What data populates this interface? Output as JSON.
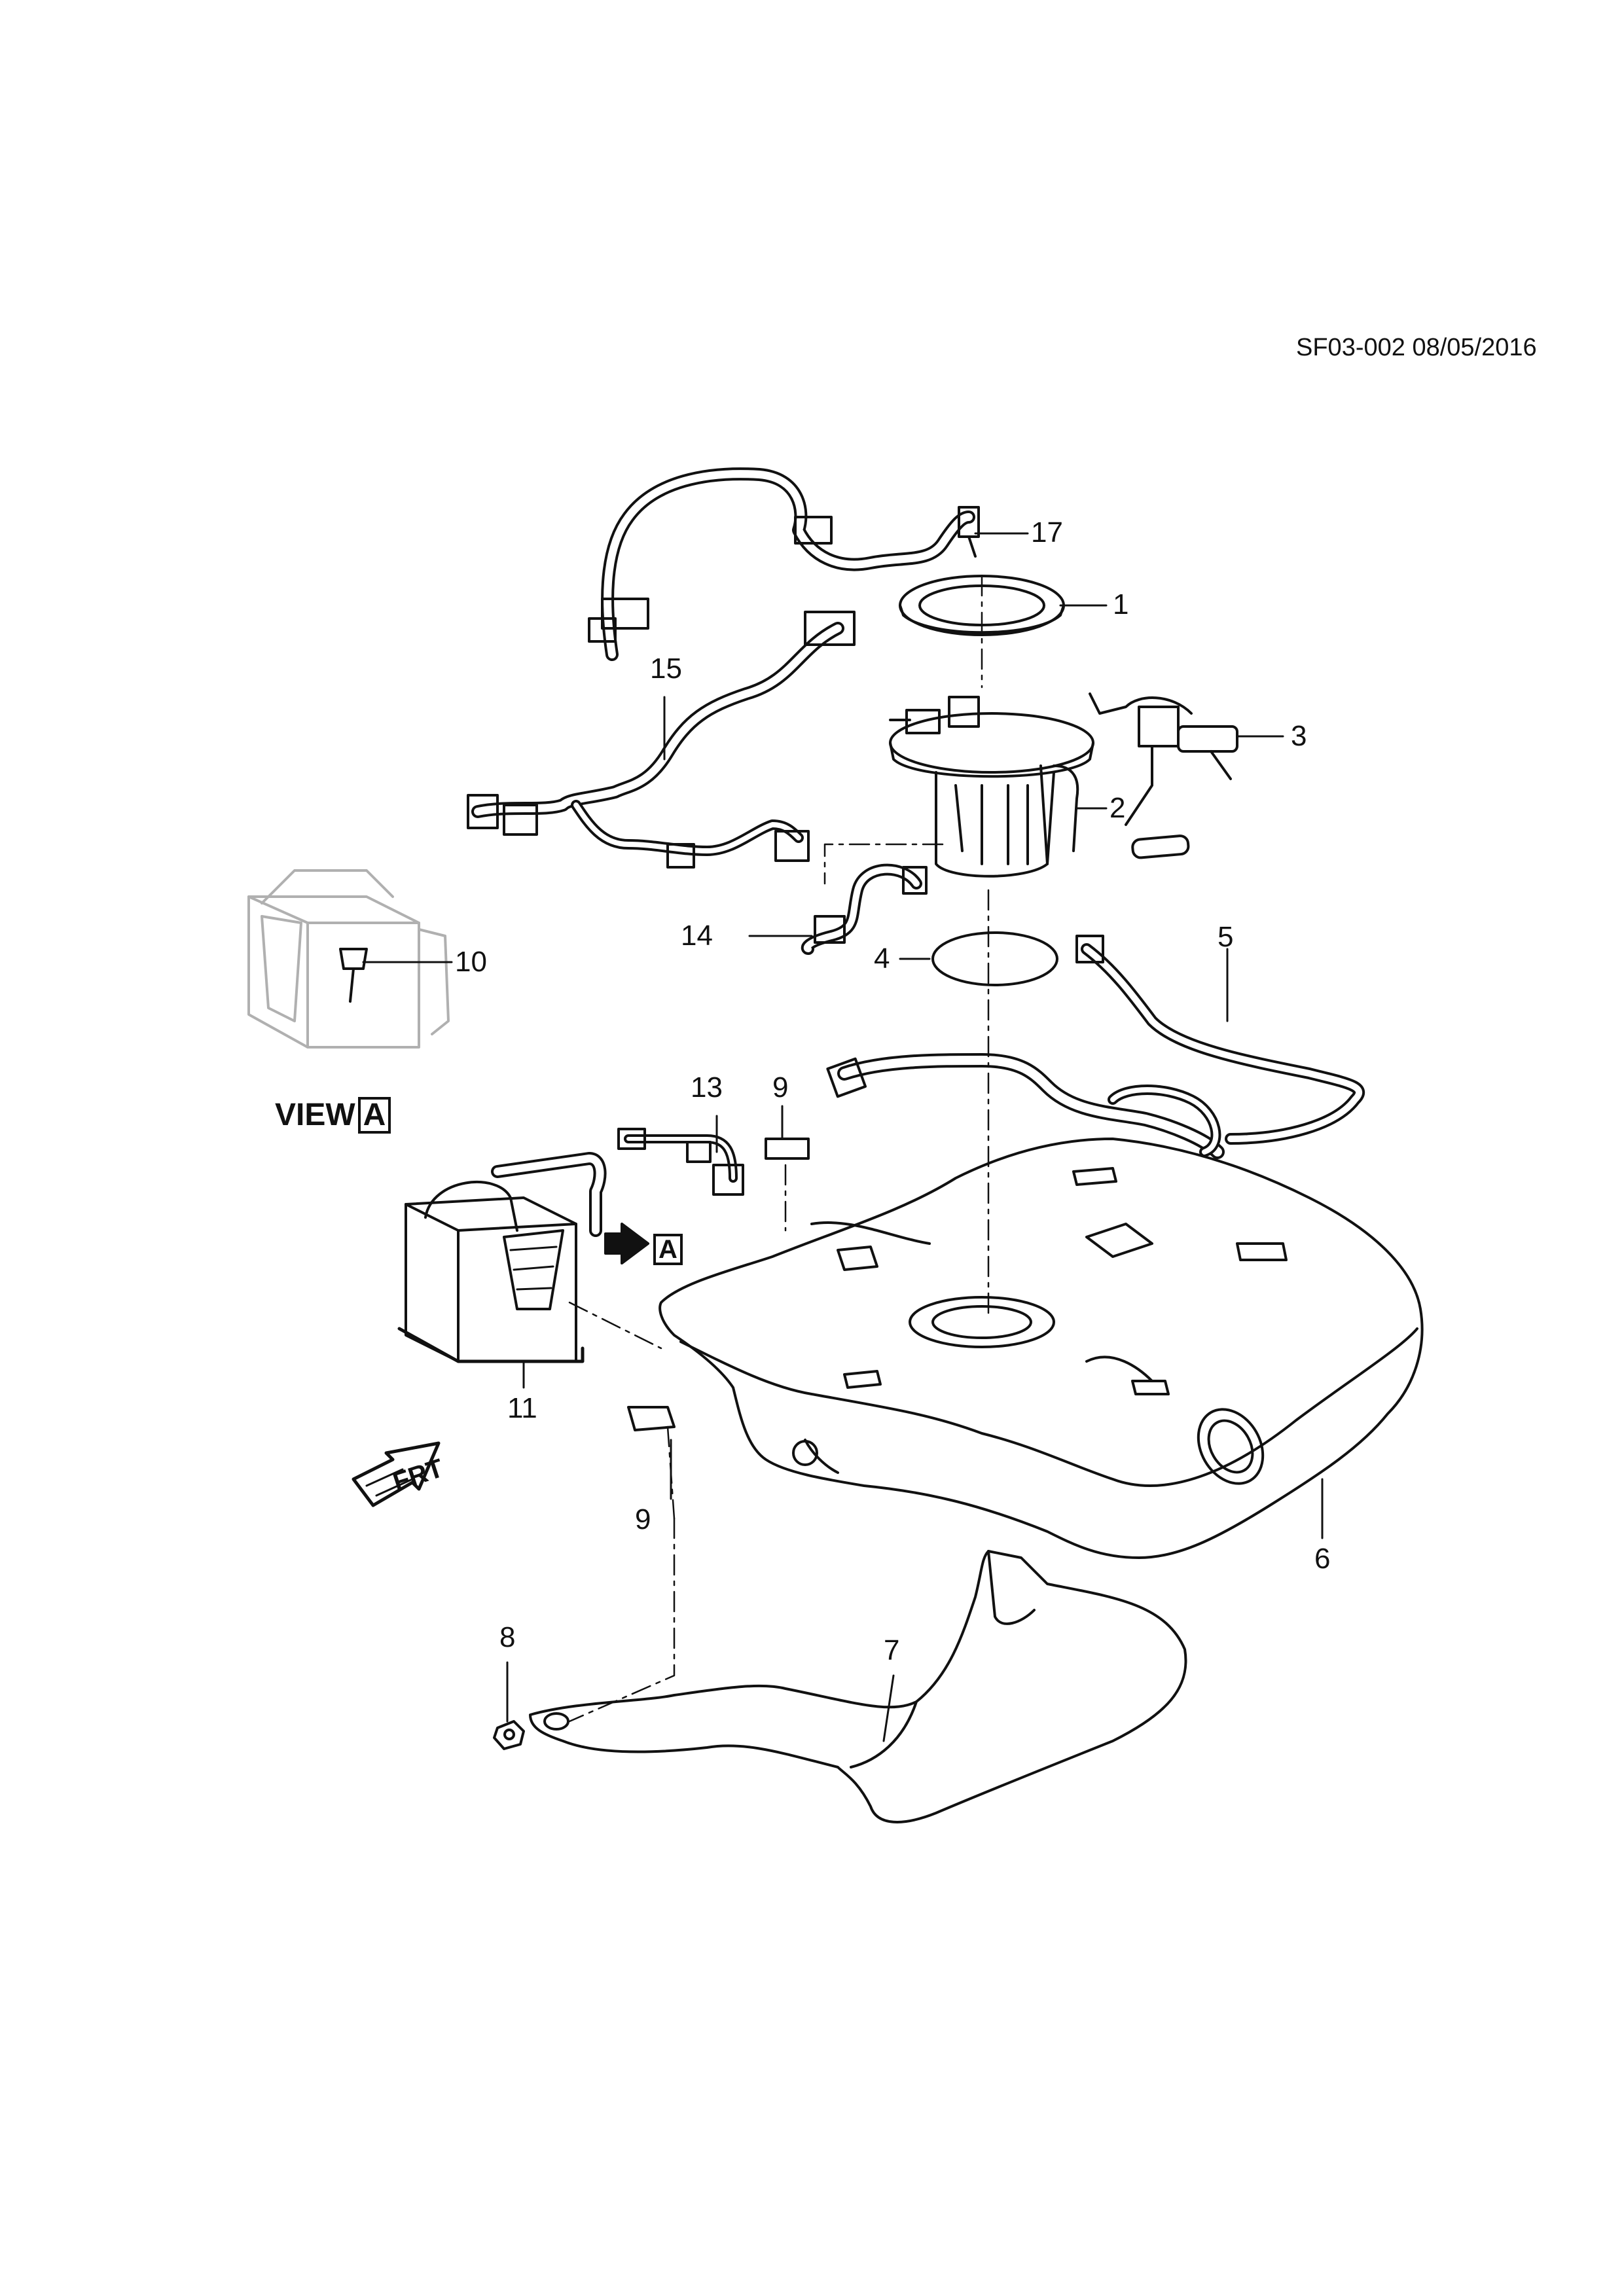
{
  "page_id": "SF03-002 08/05/2016",
  "view_label": "VIEW",
  "view_letter": "A",
  "arrow_letter": "A",
  "frt_label": "FRT",
  "callouts": [
    "17",
    "1",
    "15",
    "3",
    "2",
    "10",
    "14",
    "4",
    "5",
    "13",
    "9",
    "9",
    "11",
    "6",
    "8",
    "7"
  ],
  "colors": {
    "line": "#111111",
    "ghost": "#b0b0b0",
    "background": "#ffffff"
  }
}
